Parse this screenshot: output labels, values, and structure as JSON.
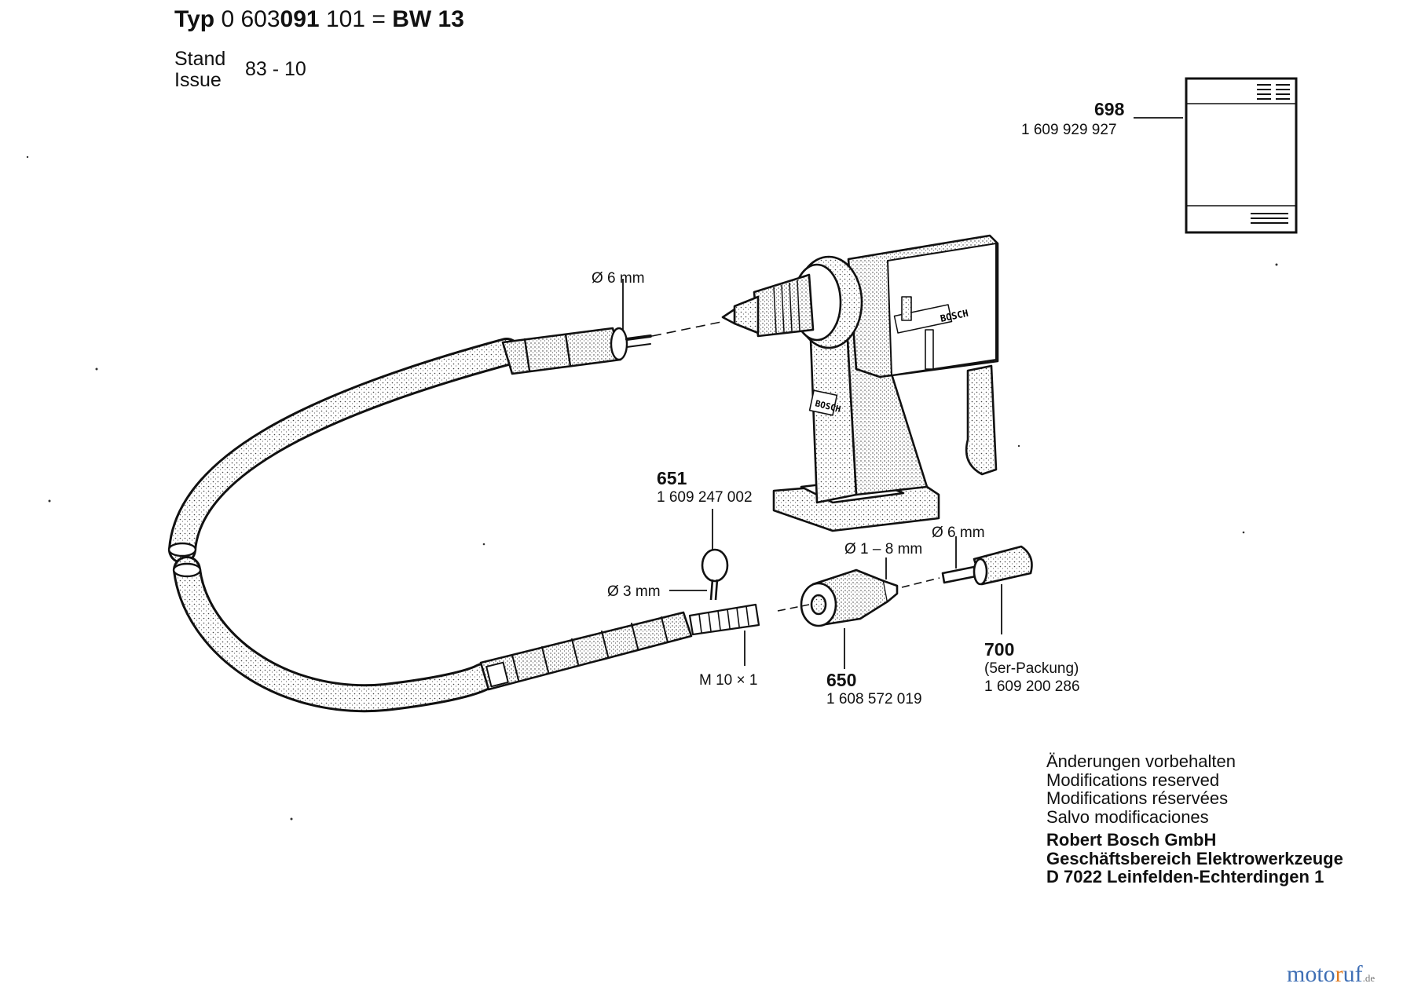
{
  "header": {
    "typ_label": "Typ",
    "typ_number_a": "0 603",
    "typ_number_b": "091",
    "typ_number_c": "101",
    "equals": "=",
    "model": "BW 13",
    "stand_label": "Stand",
    "issue_label": "Issue",
    "issue_value": "83 - 10"
  },
  "parts": [
    {
      "number": "698",
      "code": "1 609 929 927"
    },
    {
      "number": "651",
      "code": "1 609 247 002"
    },
    {
      "number": "650",
      "code": "1 608 572 019"
    },
    {
      "number": "700",
      "note": "(5er-Packung)",
      "code": "1 609 200 286"
    }
  ],
  "dimensions": {
    "shaft_top": "Ø 6 mm",
    "pin": "Ø 3 mm",
    "chuck_range": "Ø 1 – 8 mm",
    "bit": "Ø 6 mm",
    "thread": "M 10 × 1"
  },
  "footer": {
    "notice_de": "Änderungen vorbehalten",
    "notice_en": "Modifications reserved",
    "notice_fr": "Modifications réservées",
    "notice_es": "Salvo modificaciones",
    "company": "Robert Bosch GmbH",
    "division": "Geschäftsbereich Elektrowerkzeuge",
    "address": "D 7022 Leinfelden-Echterdingen 1"
  },
  "tool_brand_marks": [
    "BOSCH",
    "BOSCH"
  ],
  "watermark": {
    "text_a": "moto",
    "text_b": "r",
    "text_c": "uf",
    "tld": ".de"
  },
  "colors": {
    "ink": "#111111",
    "watermark_blue": "#3f6fb5",
    "watermark_orange": "#e07a1f"
  }
}
